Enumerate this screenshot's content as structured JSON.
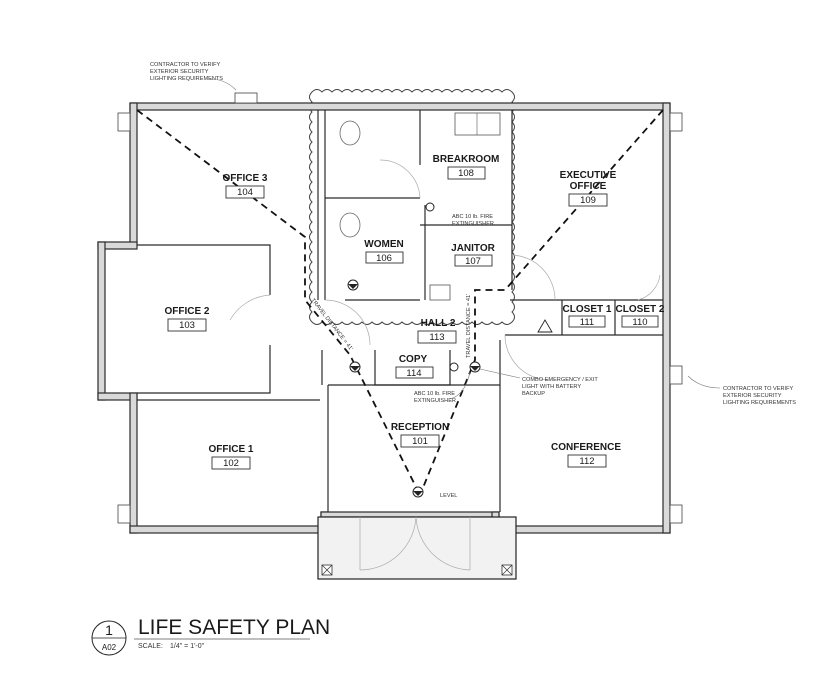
{
  "drawing": {
    "title": "LIFE SAFETY PLAN",
    "scale_label": "SCALE:",
    "scale_value": "1/4\" = 1'-0\"",
    "detail_number": "1",
    "sheet_number": "A02"
  },
  "rooms": [
    {
      "name": "OFFICE 3",
      "number": "104"
    },
    {
      "name": "OFFICE 2",
      "number": "103"
    },
    {
      "name": "OFFICE 1",
      "number": "102"
    },
    {
      "name": "WOMEN",
      "number": "106"
    },
    {
      "name": "BREAKROOM",
      "number": "108"
    },
    {
      "name": "JANITOR",
      "number": "107"
    },
    {
      "name": "EXECUTIVE",
      "name2": "OFFICE",
      "number": "109"
    },
    {
      "name": "CLOSET 1",
      "number": "111"
    },
    {
      "name": "CLOSET 2",
      "number": "110"
    },
    {
      "name": "HALL 2",
      "number": "113"
    },
    {
      "name": "COPY",
      "number": "114"
    },
    {
      "name": "RECEPTION",
      "number": "101"
    },
    {
      "name": "CONFERENCE",
      "number": "112"
    }
  ],
  "notes": {
    "lighting_top": [
      "CONTRACTOR TO VERIFY",
      "EXTERIOR SECURITY",
      "LIGHTING REQUIREMENTS"
    ],
    "lighting_right": [
      "CONTRACTOR TO VERIFY",
      "EXTERIOR SECURITY",
      "LIGHTING REQUIREMENTS"
    ],
    "extinguisher_breakroom": [
      "ABC 10 lb. FIRE",
      "EXTINGUISHER"
    ],
    "extinguisher_copy": [
      "ABC 10 lb. FIRE",
      "EXTINGUISHER"
    ],
    "emergency_light": [
      "COMBO EMERGENCY / EXIT",
      "LIGHT WITH BATTERY",
      "BACKUP"
    ],
    "travel_distance_left": "TRAVEL DISTANCE = 41'",
    "travel_distance_right": "TRAVEL DISTANCE = 41'",
    "level": "LEVEL"
  }
}
